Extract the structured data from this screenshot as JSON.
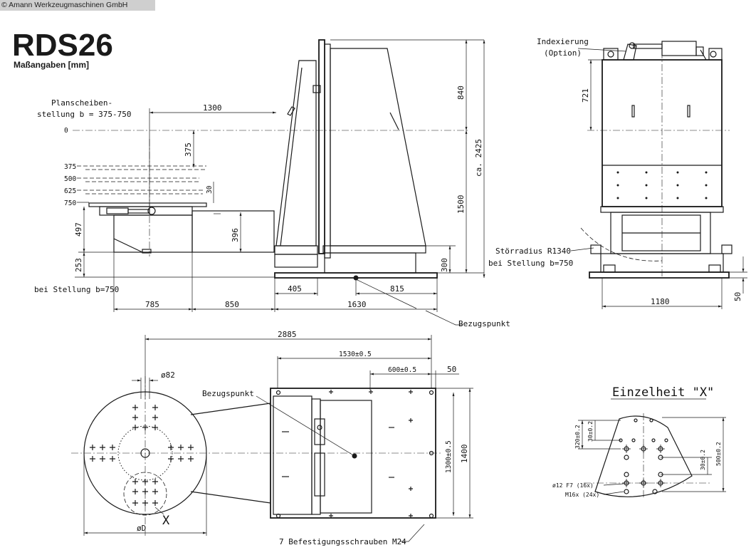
{
  "copyright": "© Amann Werkzeugmaschinen GmbH",
  "title": "RDS26",
  "subtitle": "Maßangaben [mm]",
  "side_view": {
    "plate_label_line1": "Planscheiben-",
    "plate_label_line2": "stellung b = 375-750",
    "zero": "0",
    "pos_375": "375",
    "pos_500": "500",
    "pos_625": "625",
    "pos_750": "750",
    "dim_1300": "1300",
    "dim_375": "375",
    "dim_30": "30",
    "dim_396": "396",
    "dim_497": "497",
    "dim_253": "253",
    "dim_840": "840",
    "dim_1500": "1500",
    "dim_2425": "ca. 2425",
    "dim_300": "300",
    "dim_405": "405",
    "dim_815": "815",
    "dim_785": "785",
    "dim_850": "850",
    "dim_1630": "1630",
    "bei_stellung": "bei Stellung b=750",
    "bezugspunkt": "Bezugspunkt"
  },
  "front_view": {
    "indexierung": "Indexierung",
    "option": "(Option)",
    "dim_721": "721",
    "stoerradius": "Störradius R1340",
    "bei_stellung": "bei Stellung b=750",
    "dim_1180": "1180",
    "dim_50": "50"
  },
  "top_view": {
    "dim_2885": "2885",
    "dim_1530": "1530±0.5",
    "dim_600": "600±0.5",
    "dim_50": "50",
    "dim_82": "ø82",
    "bezugspunkt": "Bezugspunkt",
    "dim_1300": "1300±0.5",
    "dim_1400": "1400",
    "dim_D": "øD",
    "x_mark": "X",
    "screws": "7 Befestigungsschrauben M24"
  },
  "detail_x": {
    "title": "Einzelheit \"X\"",
    "dim_320": "320±0.2",
    "dim_30a": "30±0.2",
    "dim_30b": "30±0.2",
    "dim_500": "500±0.2",
    "bore": "ø12 F7 (16x)",
    "thread": "M16x (24x)"
  }
}
